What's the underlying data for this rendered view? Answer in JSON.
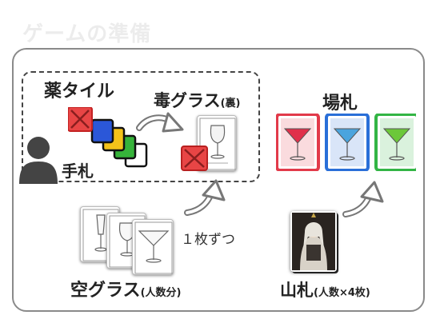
{
  "heading": "ゲームの準備",
  "labels": {
    "yaku_tile": "薬タイル",
    "doku_glass": "毒グラス",
    "doku_glass_note": "(裏)",
    "tefuda": "手札",
    "bafuda": "場札",
    "one_each": "１枚ずつ",
    "empty_glass": "空グラス",
    "empty_glass_note": "(人数分)",
    "yamafuda": "山札",
    "yamafuda_note": "(人数×4枚)"
  },
  "tiles": [
    {
      "color": "#e84545",
      "icon": "x-mark"
    },
    {
      "color": "#2b57d8"
    },
    {
      "color": "#f4c21a"
    },
    {
      "color": "#36b33a"
    },
    {
      "color": "#ffffff"
    }
  ],
  "field_cards": [
    {
      "frame": "#e23a4a",
      "liquid": "#e0304a",
      "icon": "cocktail-glass-icon"
    },
    {
      "frame": "#2a6fd8",
      "liquid": "#4aa4de",
      "icon": "cocktail-glass-icon"
    },
    {
      "frame": "#33b545",
      "liquid": "#6cc83a",
      "icon": "cocktail-glass-icon"
    }
  ],
  "icons": [
    "person-icon",
    "curved-arrow-icon",
    "wine-glass-icon",
    "champagne-glass-icon",
    "cocktail-glass-icon"
  ]
}
